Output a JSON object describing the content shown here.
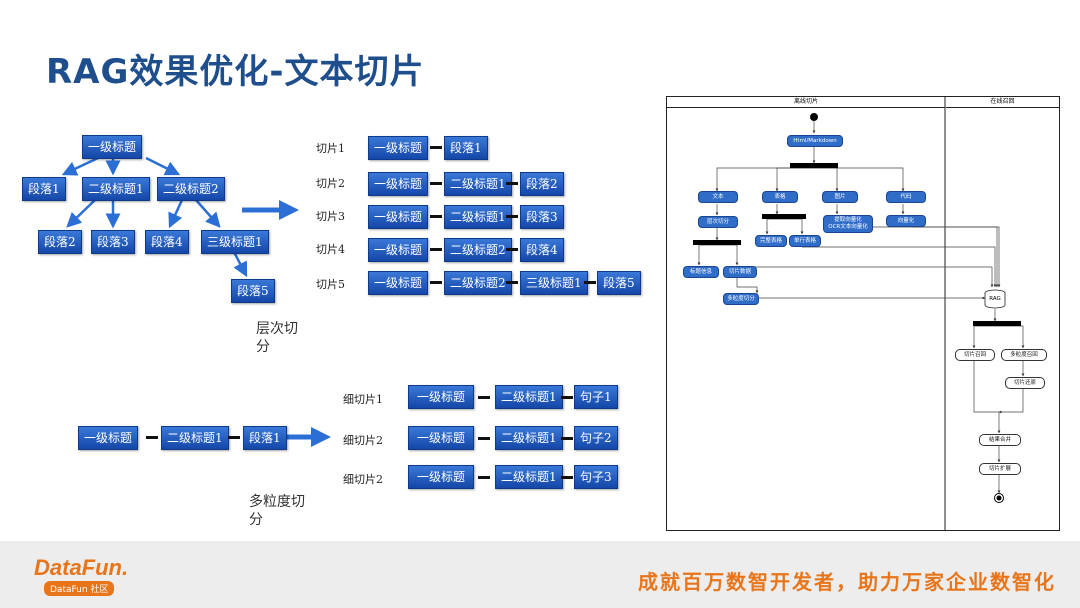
{
  "title": "RAG效果优化-文本切片",
  "tree": {
    "root": "一级标题",
    "p1": "段落1",
    "h2a": "二级标题1",
    "h2b": "二级标题2",
    "p2": "段落2",
    "p3": "段落3",
    "p4": "段落4",
    "h3": "三级标题1",
    "p5": "段落5"
  },
  "hier_caption": "层次切分",
  "chunks": [
    {
      "label": "切片1",
      "items": [
        "一级标题",
        "段落1"
      ]
    },
    {
      "label": "切片2",
      "items": [
        "一级标题",
        "二级标题1",
        "段落2"
      ]
    },
    {
      "label": "切片3",
      "items": [
        "一级标题",
        "二级标题1",
        "段落3"
      ]
    },
    {
      "label": "切片4",
      "items": [
        "一级标题",
        "二级标题2",
        "段落4"
      ]
    },
    {
      "label": "切片5",
      "items": [
        "一级标题",
        "二级标题2",
        "三级标题1",
        "段落5"
      ]
    }
  ],
  "source_chain": [
    "一级标题",
    "二级标题1",
    "段落1"
  ],
  "fine_chunks": [
    {
      "label": "细切片1",
      "items": [
        "一级标题",
        "二级标题1",
        "句子1"
      ]
    },
    {
      "label": "细切片2",
      "items": [
        "一级标题",
        "二级标题1",
        "句子2"
      ]
    },
    {
      "label": "细切片2",
      "items": [
        "一级标题",
        "二级标题1",
        "句子3"
      ]
    }
  ],
  "multi_caption": "多粒度切分",
  "flow": {
    "lane_offline": "离线切片",
    "lane_online": "在线召回",
    "html": "Html/Markdown",
    "text": "文本",
    "table": "表格",
    "image": "图片",
    "code": "代码",
    "hier_split": "层次切分",
    "img_vec": "提取向量化",
    "ocr_vec": "OCR文本向量化",
    "vectorize": "向量化",
    "full_table": "完整表格",
    "row_table": "单行表格",
    "title_info": "标题信息",
    "chunk_data": "切片数据",
    "multi_split": "多粒度切分",
    "rag": "RAG",
    "recall": "切片召回",
    "multi_recall": "多粒度召回",
    "restore": "切片还原",
    "merge": "结果合并",
    "expand": "切片扩展"
  },
  "footer": {
    "logo": "DataFun.",
    "badge": "DataFun 社区",
    "slogan": "成就百万数智开发者，助力万家企业数智化"
  }
}
